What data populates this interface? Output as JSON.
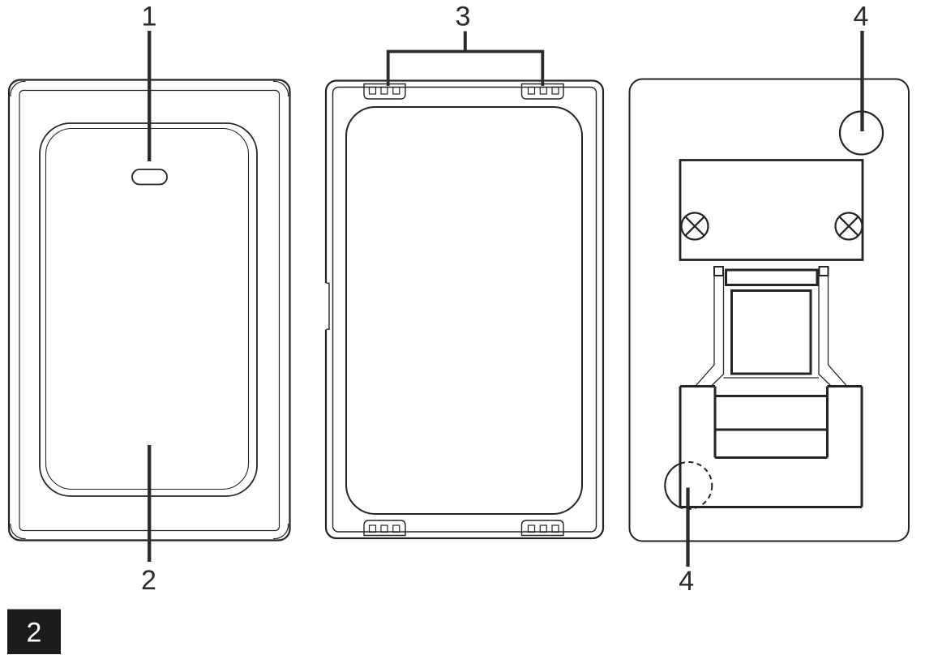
{
  "figure": {
    "page_number": "2",
    "callouts": {
      "indicator": "1",
      "front_plate": "2",
      "mounting_clips": "3",
      "corner_hole_top": "4",
      "corner_hole_bottom": "4"
    }
  },
  "colors": {
    "line": "#262324",
    "label": "#2b2b2b",
    "background": "#ffffff",
    "page_box_bg": "#1c1a1a",
    "page_box_text": "#ffffff"
  }
}
